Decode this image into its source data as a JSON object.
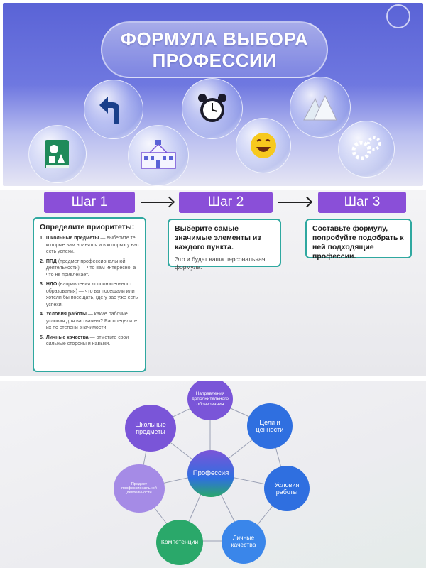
{
  "panel1": {
    "title_line1": "ФОРМУЛА ВЫБОРА",
    "title_line2": "ПРОФЕССИИ",
    "icons": [
      "book-shapes-icon",
      "curved-arrow-icon",
      "building-icon",
      "alarm-clock-icon",
      "smiley-icon",
      "mountain-icon",
      "gears-icon"
    ]
  },
  "panel2": {
    "steps": [
      "Шаг 1",
      "Шаг 2",
      "Шаг 3"
    ],
    "card1": {
      "heading": "Определите приоритеты:",
      "items": [
        {
          "num": "1.",
          "bold": "Школьные предметы",
          "text": " — выберите те, которые вам нравятся и в которых у вас есть успехи."
        },
        {
          "num": "2.",
          "bold": "ППД",
          "text": " (предмет профессиональной деятельности) — что вам интересно, а что не привлекает."
        },
        {
          "num": "3.",
          "bold": "НДО",
          "text": " (направления дополнительного образования) — что вы посещали или хотели бы посещать, где у вас уже есть успехи."
        },
        {
          "num": "4.",
          "bold": "Условия работы",
          "text": " — какие рабочие условия для вас важны? Распределите их по степени значимости."
        },
        {
          "num": "5.",
          "bold": "Личные качества",
          "text": " — отметьте свои сильные стороны и навыки."
        }
      ]
    },
    "card2": {
      "heading": "Выберите самые значимые элементы из каждого пункта.",
      "text": "Это и будет ваша персональная формула."
    },
    "card3": {
      "heading": "Составьте формулу, попробуйте подобрать к ней подходящие профессии."
    }
  },
  "panel3": {
    "center": "Профессия",
    "nodes": {
      "ndo": "Направления дополнительного образования",
      "goals": "Цели и ценности",
      "conditions": "Условия работы",
      "qualities": "Личные качества",
      "competencies": "Компетенции",
      "ppd": "Предмет профессиональной деятельности",
      "subjects": "Школьные предметы"
    },
    "colors": {
      "violet": "#7a55d8",
      "blue": "#2f6fe0",
      "green": "#2aa86a",
      "lavender": "#a58be6"
    }
  }
}
